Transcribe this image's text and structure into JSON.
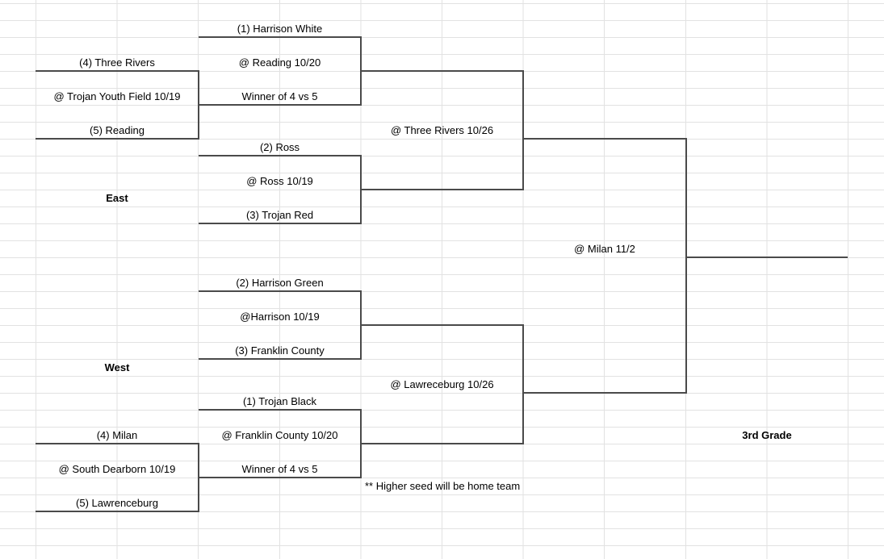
{
  "sheet": {
    "grade_label": "3rd Grade",
    "note": "** Higher seed will be home team",
    "championship_venue": "@ Milan 11/2",
    "east": {
      "label": "East",
      "game_1_vs_winner": {
        "seed1": "(1) Harrison White",
        "venue": "@ Reading 10/20",
        "opponent": "Winner of 4 vs 5"
      },
      "game_4_vs_5": {
        "seed4": "(4) Three Rivers",
        "venue": "@ Trojan Youth Field 10/19",
        "seed5": "(5) Reading"
      },
      "game_2_vs_3": {
        "seed2": "(2) Ross",
        "venue": "@ Ross 10/19",
        "seed3": "(3) Trojan Red"
      },
      "semifinal_venue": "@ Three Rivers 10/26"
    },
    "west": {
      "label": "West",
      "game_2_vs_3": {
        "seed2": "(2) Harrison Green",
        "venue": "@Harrison 10/19",
        "seed3": "(3) Franklin County"
      },
      "game_1_vs_winner": {
        "seed1": "(1) Trojan Black",
        "venue": "@ Franklin County 10/20",
        "opponent": "Winner of 4 vs 5"
      },
      "game_4_vs_5": {
        "seed4": "(4) Milan",
        "venue": "@ South Dearborn 10/19",
        "seed5": "(5) Lawrenceburg"
      },
      "semifinal_venue": "@ Lawreceburg 10/26"
    },
    "colors": {
      "gridline": "#e2e2e2",
      "bracket_line": "#4a4a4a",
      "text": "#000000",
      "background": "#ffffff"
    }
  }
}
